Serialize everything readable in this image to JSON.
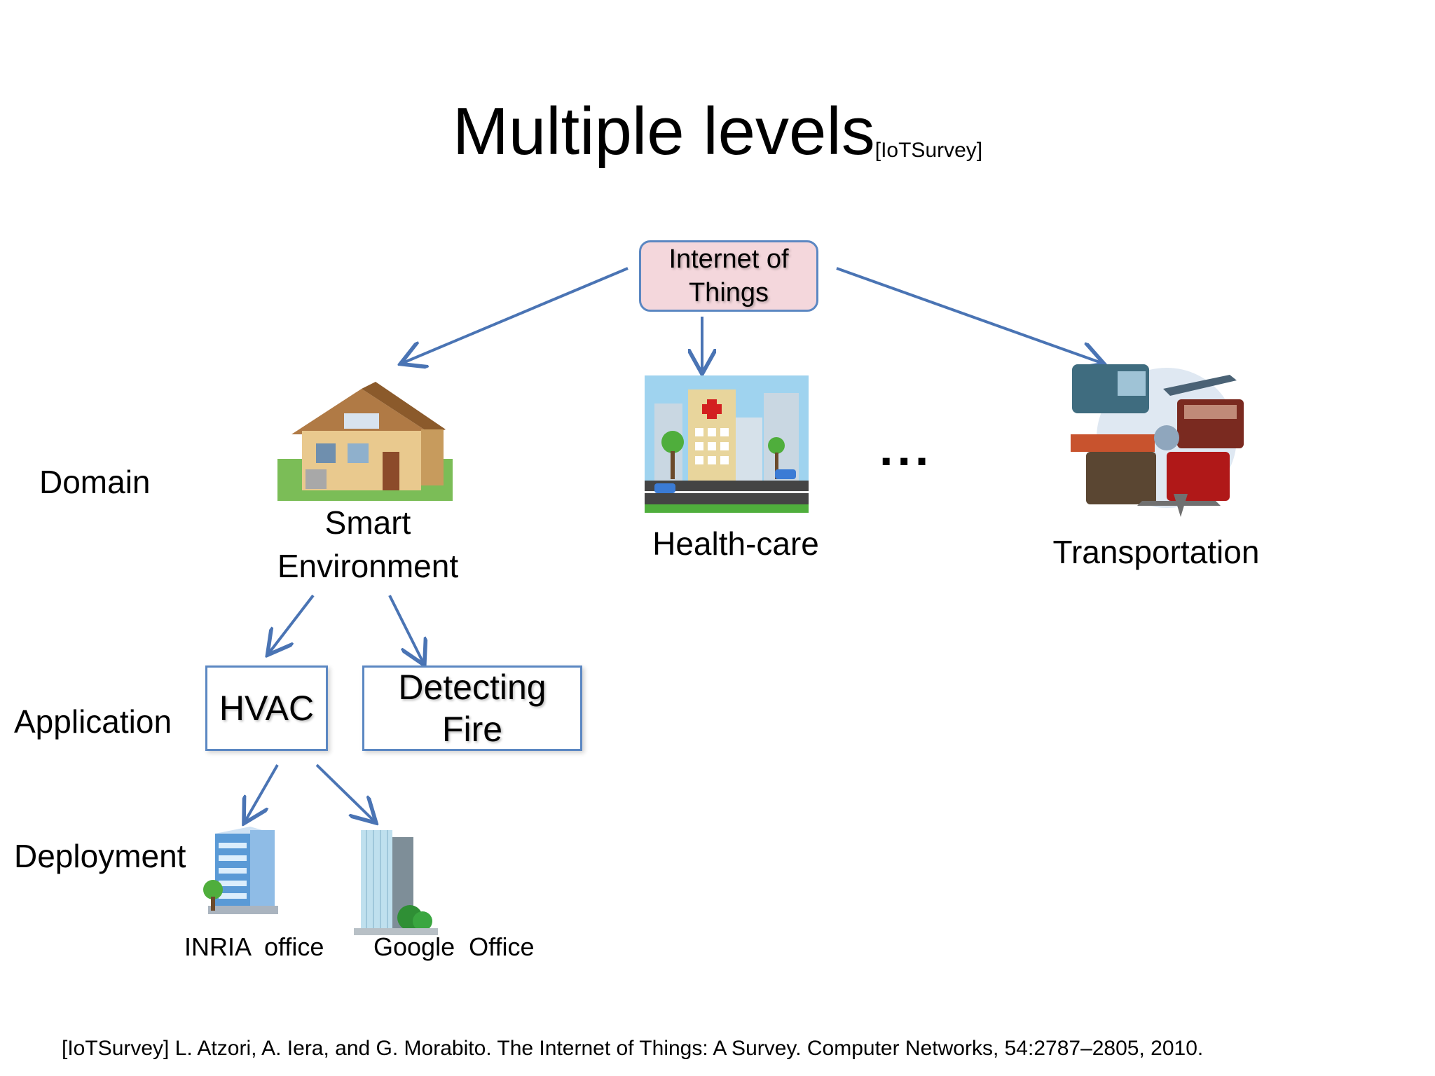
{
  "title": {
    "main": "Multiple levels",
    "sub": "[IoTSurvey]"
  },
  "root": {
    "line1": "Internet of",
    "line2": "Things"
  },
  "levels": {
    "domain": "Domain",
    "application": "Application",
    "deployment": "Deployment"
  },
  "domains": {
    "smart_env": {
      "line1": "Smart",
      "line2": "Environment"
    },
    "health": "Health-care",
    "ellipsis": "...",
    "transport": "Transportation"
  },
  "applications": {
    "hvac": "HVAC",
    "fire": {
      "line1": "Detecting",
      "line2": "Fire"
    }
  },
  "deployments": {
    "inria": "INRIA  office",
    "google": "Google  Office"
  },
  "citation": "[IoTSurvey] L. Atzori, A. Iera, and G. Morabito. The Internet of Things: A Survey. Computer Networks, 54:2787–2805, 2010.",
  "colors": {
    "arrow": "#4a74b4",
    "box_border": "#5b87c2",
    "root_fill": "#f4d7dc"
  },
  "icons": [
    "house-icon",
    "hospital-icon",
    "transport-collage-icon",
    "office-building-icon",
    "office-tower-icon"
  ]
}
